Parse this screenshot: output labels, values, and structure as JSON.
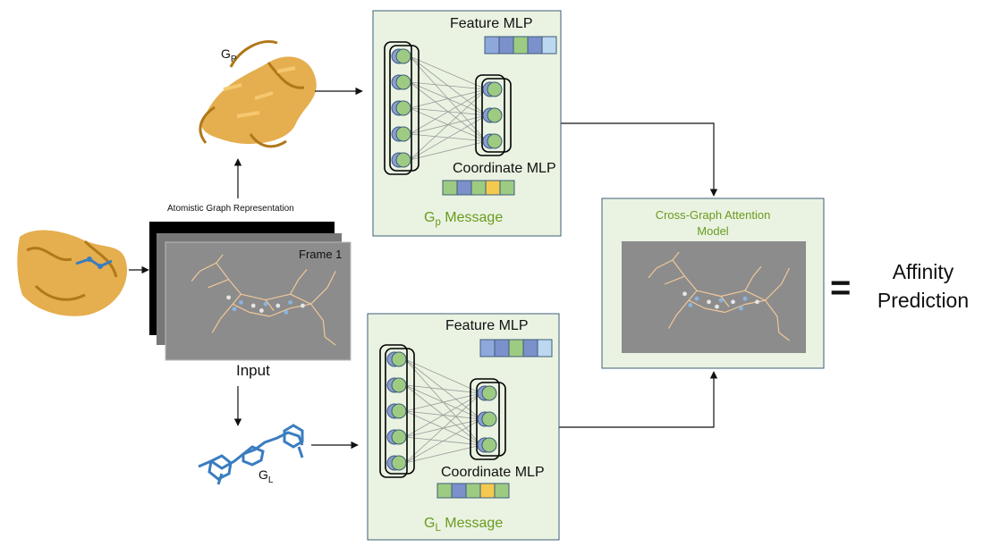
{
  "protein_graph_label": "G",
  "protein_graph_sub": "P",
  "ligand_graph_label": "G",
  "ligand_graph_sub": "L",
  "representation_label": "Atomistic Graph Representation",
  "frame_label": "Frame 1",
  "input_label": "Input",
  "top_module": {
    "feature_title": "Feature MLP",
    "coordinate_title": "Coordinate MLP",
    "message_prefix": "G",
    "message_sub": "p",
    "message_suffix": " Message",
    "feature_vector": [
      "#8fa8dc",
      "#7c90cc",
      "#9ecb82",
      "#7c90cc",
      "#bcd8f0"
    ],
    "coordinate_vector": [
      "#9ecb82",
      "#7c90cc",
      "#9ecb82",
      "#f3c94e",
      "#9ecb82"
    ]
  },
  "bottom_module": {
    "feature_title": "Feature MLP",
    "coordinate_title": "Coordinate MLP",
    "message_prefix": "G",
    "message_sub": "L",
    "message_suffix": " Message",
    "feature_vector": [
      "#8fa8dc",
      "#7c90cc",
      "#9ecb82",
      "#7c90cc",
      "#bcd8f0"
    ],
    "coordinate_vector": [
      "#9ecb82",
      "#7c90cc",
      "#9ecb82",
      "#f3c94e",
      "#9ecb82"
    ]
  },
  "attention_title_line1": "Cross-Graph Attention",
  "attention_title_line2": "Model",
  "equals_sign": "=",
  "output_line1": "Affinity",
  "output_line2": "Prediction",
  "colors": {
    "panel_fill": "#eaf3e2",
    "panel_border": "#3e5c78",
    "accent_green": "#6a9a1f",
    "protein_orange": "#e0a030",
    "ligand_blue": "#3a7cc0",
    "frame_gray": "#8c8c8c"
  }
}
